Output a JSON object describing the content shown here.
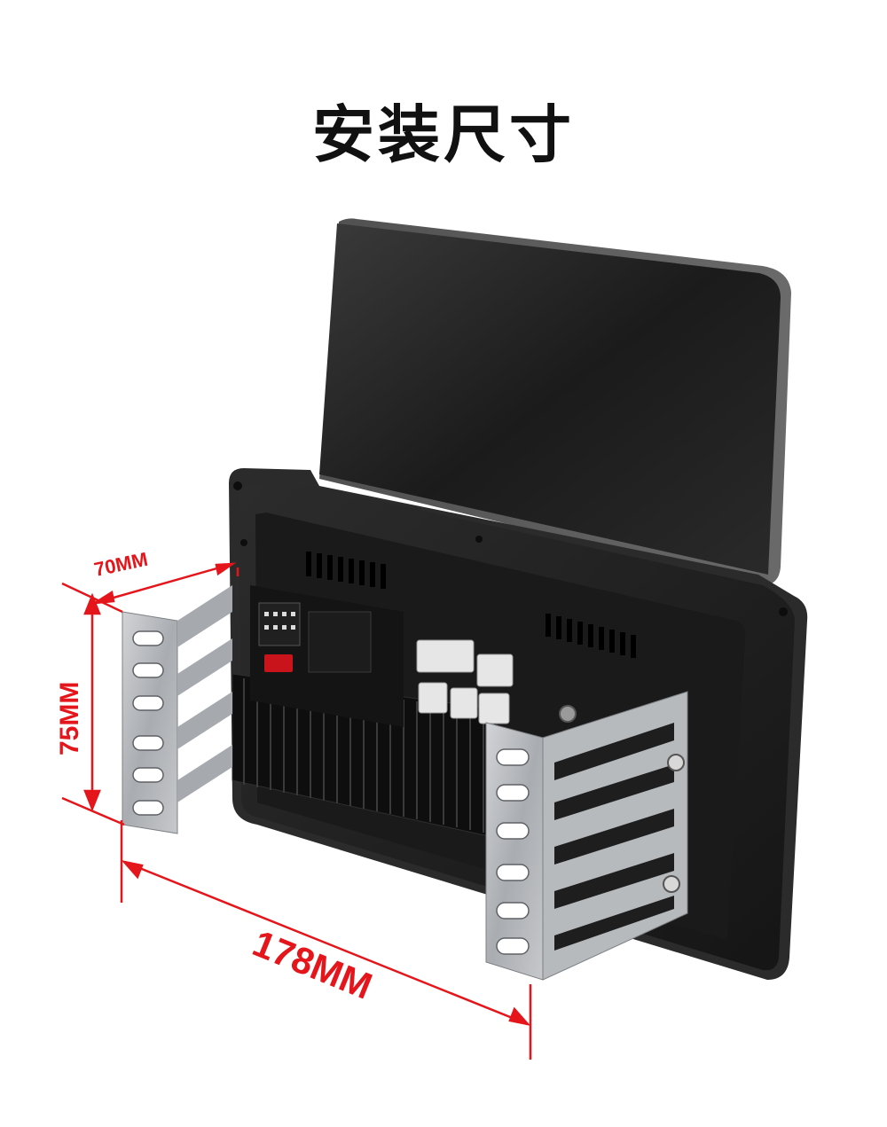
{
  "page": {
    "title": "安装尺寸"
  },
  "dimensions": {
    "depth": "70MM",
    "height": "75MM",
    "width": "178MM"
  },
  "colors": {
    "dimension_red": "#e4161b",
    "title_black": "#111111",
    "screen_black": "#1e1e1e",
    "bracket_silver": "#b9bcc0"
  }
}
